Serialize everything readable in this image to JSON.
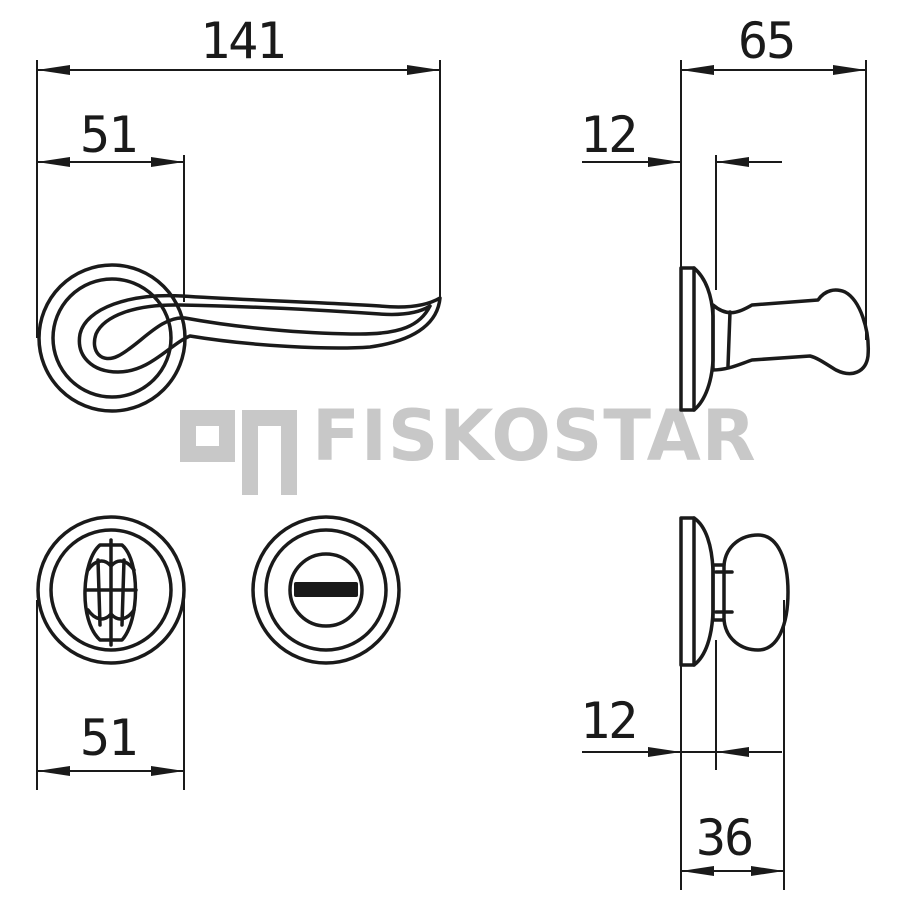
{
  "dimensions": {
    "lever_total_length": "141",
    "lever_rose_to_axis": "51",
    "lever_projection": "65",
    "lever_rose_thickness": "12",
    "turn_rose_diameter": "51",
    "turn_rose_thickness": "12",
    "turn_projection": "36"
  },
  "watermark": {
    "brand": "FISKOSTAR"
  }
}
